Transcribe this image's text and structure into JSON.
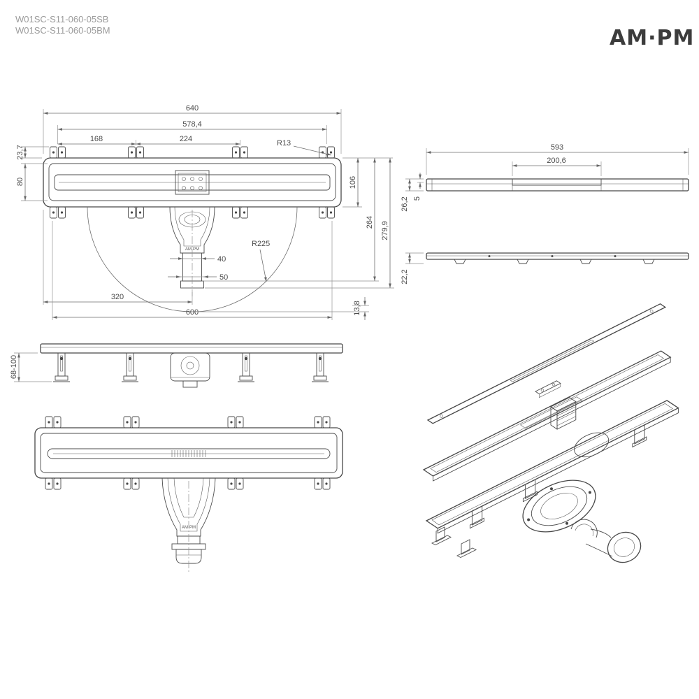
{
  "header": {
    "code_line1": "W01SC-S11-060-05SB",
    "code_line2": "W01SC-S11-060-05BM",
    "logo": "AM·PM"
  },
  "brand_mark": "AM·PM",
  "top_view": {
    "total_width": "640",
    "flange_width": "578,4",
    "lug_spacing_left": "168",
    "lug_spacing_center": "224",
    "corner_radius": "R13",
    "lug_offset": "23,7",
    "inner_height": "80",
    "outer_height": "106",
    "depth_to_outlet": "264",
    "total_depth": "279,9",
    "swivel_radius": "R225",
    "outlet_width_top": "40",
    "outlet_width_bottom": "50",
    "center_distance": "320",
    "body_length": "600",
    "edge_offset": "13,8"
  },
  "side_view": {
    "grate_length": "593",
    "insert_length": "200,6",
    "profile_height": "26,2",
    "grate_thickness": "5",
    "body_height": "22,2"
  },
  "elevation_view": {
    "leg_height_range": "68-100"
  }
}
